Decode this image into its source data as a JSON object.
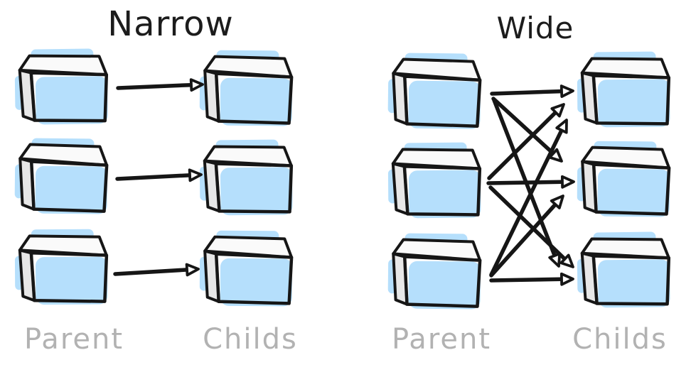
{
  "panels": {
    "narrow": {
      "title": "Narrow",
      "parent_label": "Parent",
      "childs_label": "Childs",
      "parent_count": 3,
      "child_count": 3,
      "edges": [
        [
          0,
          0
        ],
        [
          1,
          1
        ],
        [
          2,
          2
        ]
      ]
    },
    "wide": {
      "title": "Wide",
      "parent_label": "Parent",
      "childs_label": "Childs",
      "parent_count": 3,
      "child_count": 3,
      "edges": [
        [
          0,
          0
        ],
        [
          0,
          1
        ],
        [
          0,
          2
        ],
        [
          1,
          0
        ],
        [
          1,
          1
        ],
        [
          1,
          2
        ],
        [
          2,
          0
        ],
        [
          2,
          1
        ],
        [
          2,
          2
        ]
      ]
    }
  },
  "colors": {
    "background": "#ffffff",
    "box_fill": "#b5dffc",
    "box_top": "#fafafa",
    "box_side": "#e7e7e7",
    "outline": "#161616",
    "arrowhead_fill": "#ffffff",
    "title_text": "#1c1c1c",
    "label_text": "#b2b2b2"
  }
}
